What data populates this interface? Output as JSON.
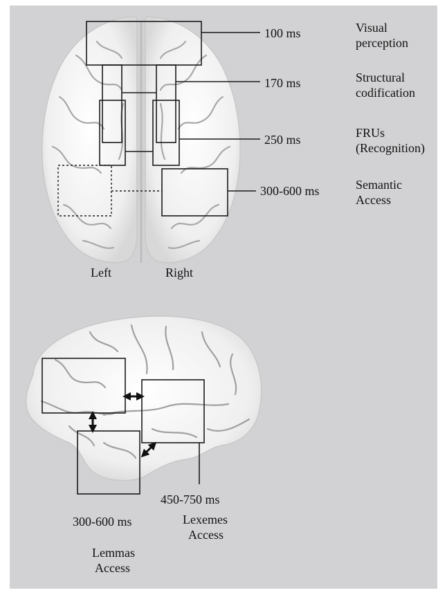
{
  "top_view": {
    "stages": [
      {
        "time": "100 ms",
        "name_line1": "Visual",
        "name_line2": "perception"
      },
      {
        "time": "170 ms",
        "name_line1": "Structural",
        "name_line2": "codification"
      },
      {
        "time": "250 ms",
        "name_line1": "FRUs",
        "name_line2": "(Recognition)"
      },
      {
        "time": "300-600 ms",
        "name_line1": "Semantic",
        "name_line2": "Access"
      }
    ],
    "hemisphere_left": "Left",
    "hemisphere_right": "Right"
  },
  "lateral_view": {
    "lexemes_time": "450-750 ms",
    "lexemes_line1": "Lexemes",
    "lexemes_line2": "Access",
    "lemmas_time": "300-600 ms",
    "lemmas_line1": "Lemmas",
    "lemmas_line2": "Access"
  },
  "colors": {
    "background": "#d2d2d4",
    "brain": "#f4f4f4",
    "sulci": "#9a9a9a",
    "box": "#1a1a1a"
  }
}
